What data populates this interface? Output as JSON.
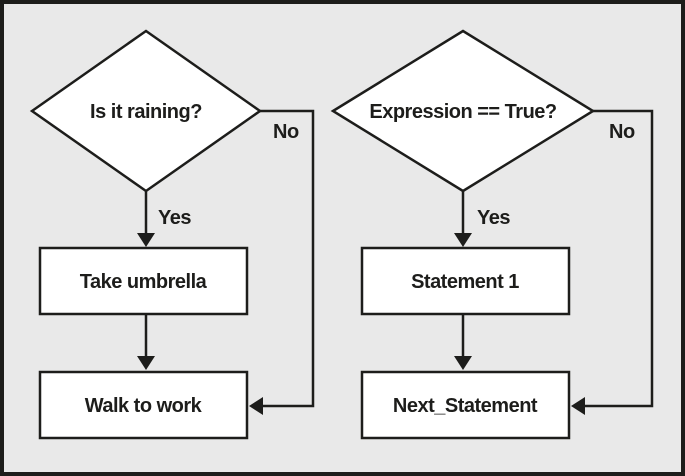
{
  "figure": {
    "type": "flowchart-comparison",
    "background_color": "#e9e9e9",
    "line_color": "#1d1d1b",
    "node_fill_color": "#ffffff"
  },
  "left_flowchart": {
    "decision_label": "Is it raining?",
    "no_label": "No",
    "yes_label": "Yes",
    "process1_label": "Take umbrella",
    "process2_label": "Walk to work"
  },
  "right_flowchart": {
    "decision_label": "Expression == True?",
    "no_label": "No",
    "yes_label": "Yes",
    "process1_label": "Statement 1",
    "process2_label": "Next_Statement"
  }
}
